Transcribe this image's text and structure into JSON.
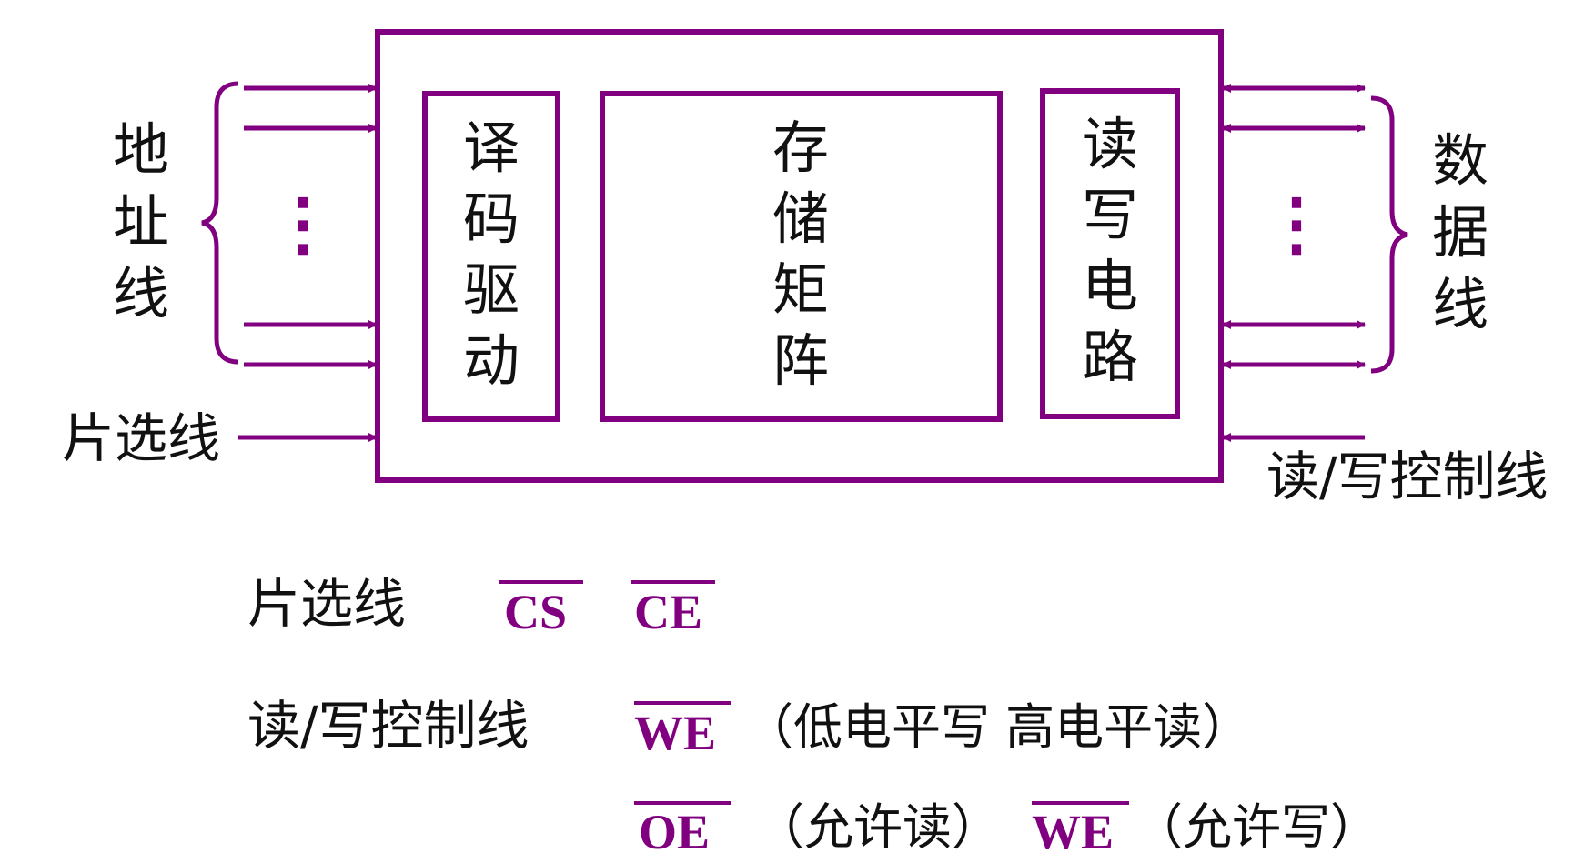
{
  "colors": {
    "accent": "#800080",
    "text": "#111111",
    "background": "#ffffff"
  },
  "diagram": {
    "blocks": {
      "decoder": [
        "译",
        "码",
        "驱",
        "动"
      ],
      "matrix": [
        "存",
        "储",
        "矩",
        "阵"
      ],
      "rw_circuit": [
        "读",
        "写",
        "电",
        "路"
      ]
    },
    "labels": {
      "address": [
        "地",
        "址",
        "线"
      ],
      "data": [
        "数",
        "据",
        "线"
      ],
      "chip_select": "片选线",
      "rw_control": "读/写控制线",
      "ellipsis": "⋮"
    }
  },
  "legend": {
    "chip_select": {
      "label": "片选线",
      "signals": [
        "CS",
        "CE"
      ]
    },
    "rw_control": {
      "label": "读/写控制线",
      "signal": "WE",
      "note": "（低电平写  高电平读）"
    },
    "enables": {
      "oe": "OE",
      "oe_note": "（允许读）",
      "we": "WE",
      "we_note": "（允许写）"
    }
  }
}
